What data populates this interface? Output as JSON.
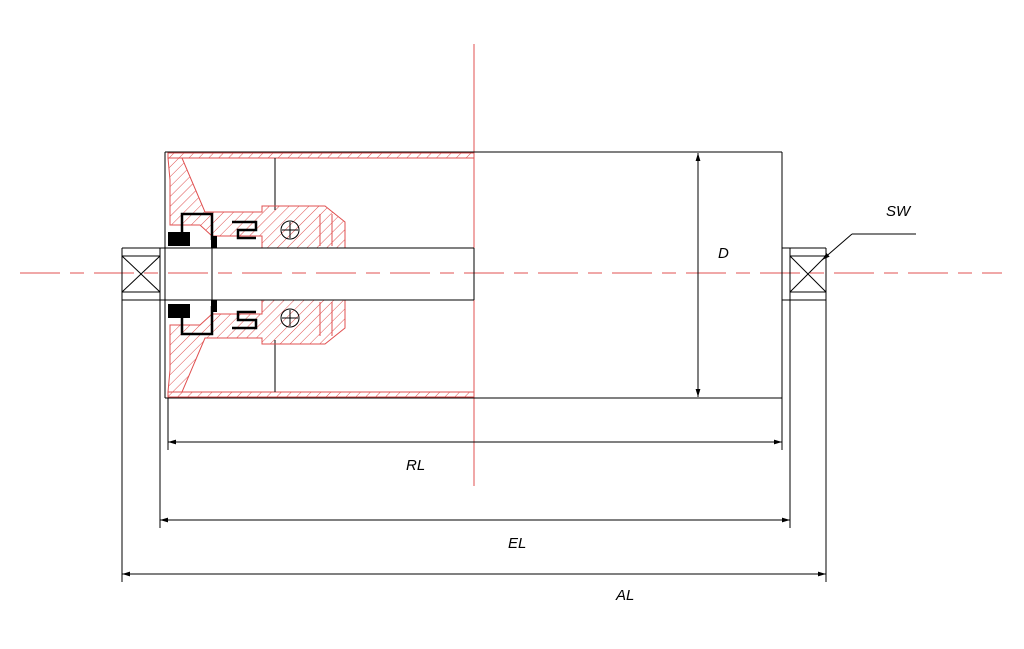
{
  "labels": {
    "diameter": "D",
    "roll_length": "RL",
    "effective_length": "EL",
    "axle_length": "AL",
    "spanner_width": "SW"
  },
  "colors": {
    "line": "#000000",
    "section": "#e05050"
  }
}
